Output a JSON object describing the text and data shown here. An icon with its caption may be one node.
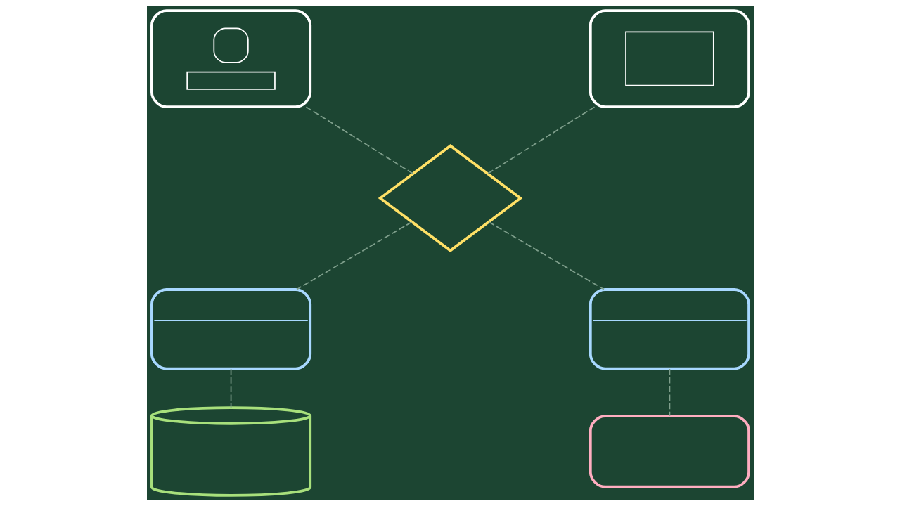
{
  "diagram": {
    "nodes": [
      {
        "text": [],
        "shape": "person"
      },
      {
        "text": [],
        "shape": "box"
      },
      {
        "text": [],
        "shape": "diamond"
      },
      {
        "text": [],
        "shape": "box"
      },
      {
        "text": [],
        "shape": "box"
      },
      {
        "text": [],
        "shape": "cylinder"
      },
      {
        "text": [],
        "shape": "pill"
      }
    ],
    "edges": [
      {
        "from": 0,
        "to": 2,
        "arrow": "none",
        "style": "dashed"
      },
      {
        "from": 1,
        "to": 2,
        "arrow": "none",
        "style": "dashed"
      },
      {
        "from": 2,
        "to": 3,
        "arrow": "none",
        "style": "dashed"
      },
      {
        "from": 2,
        "to": 4,
        "arrow": "none",
        "style": "dashed"
      },
      {
        "from": 3,
        "to": 5,
        "arrow": "none",
        "style": "dashed"
      },
      {
        "from": 4,
        "to": 6,
        "arrow": "none",
        "style": "dashed"
      }
    ]
  }
}
